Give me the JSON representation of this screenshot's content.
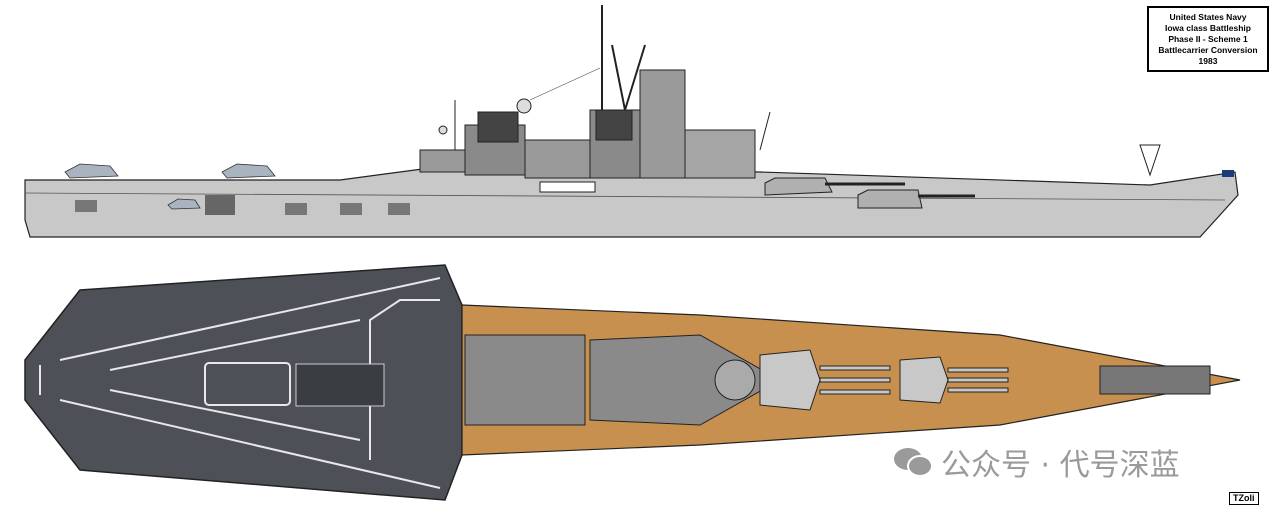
{
  "title_block": {
    "lines": [
      "United States Navy",
      "Iowa class Battleship",
      "Phase II - Scheme 1",
      "Battlecarrier Conversion",
      "1983"
    ]
  },
  "watermark": {
    "text": "公众号 · 代号深蓝",
    "icon": "wechat-icon"
  },
  "signature": "TZoli",
  "colors": {
    "hull": "#c8c8c8",
    "deck_wood": "#c8904e",
    "flight_deck": "#4d5157",
    "superstructure": "#8a8a8a"
  }
}
